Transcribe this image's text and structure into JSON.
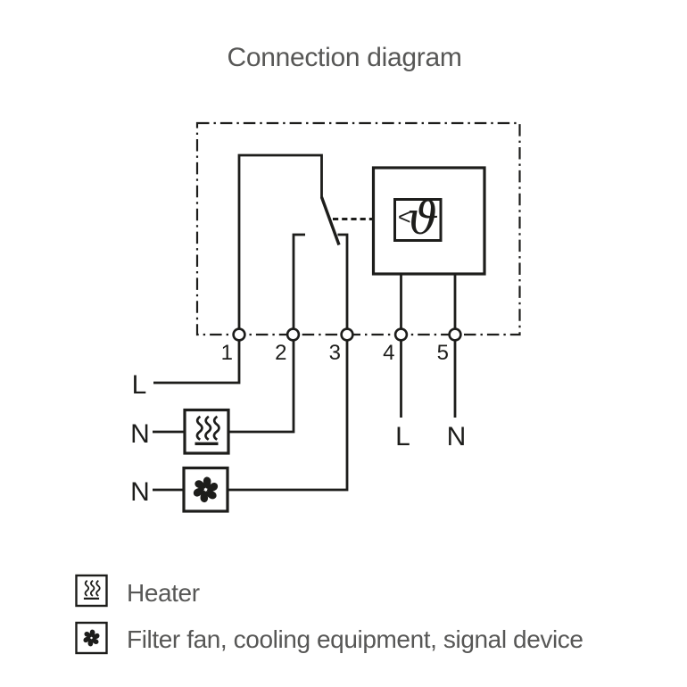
{
  "colors": {
    "line": "#1d1d1b",
    "text": "#575756",
    "background": "#ffffff"
  },
  "title": "Connection diagram",
  "diagram": {
    "terminals": [
      "1",
      "2",
      "3",
      "4",
      "5"
    ],
    "labels": {
      "supply_line": "L",
      "heater_neutral": "N",
      "fan_neutral": "N",
      "load_line": "L",
      "load_neutral": "N"
    },
    "thermostat": {
      "comparator": "<",
      "theta": "ϑ"
    }
  },
  "legend": {
    "items": [
      {
        "icon": "heater-icon",
        "label": "Heater"
      },
      {
        "icon": "fan-icon",
        "label": "Filter fan, cooling equipment, signal device"
      }
    ]
  }
}
